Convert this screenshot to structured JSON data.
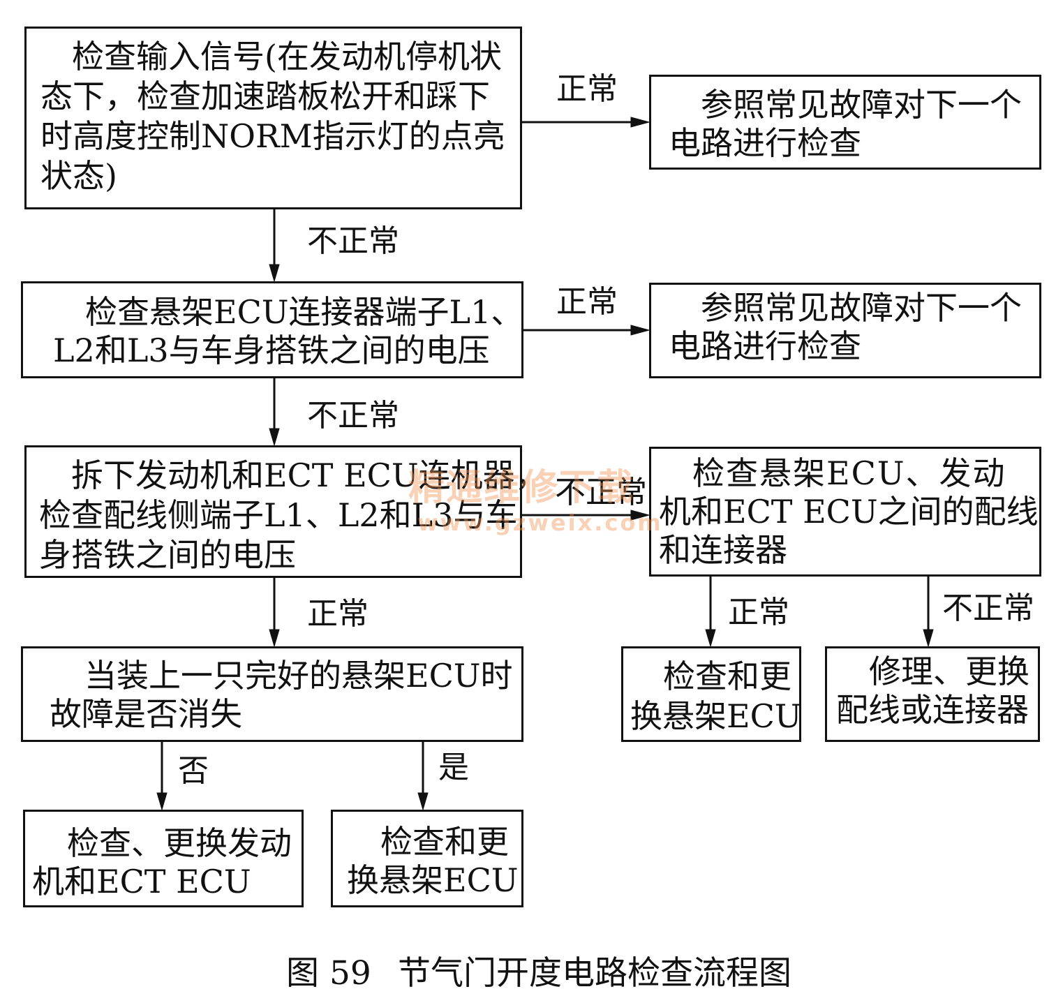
{
  "boxes": {
    "check_input_signal": {
      "lines": [
        "检查输入信号(在发动机停机状",
        "态下，检查加速踏板松开和踩下",
        "时高度控制NORM指示灯的点亮",
        "状态)"
      ]
    },
    "refer_common_fault_1": {
      "lines": [
        "参照常见故障对下一个",
        "电路进行检查"
      ]
    },
    "check_ecu_connector_voltage": {
      "lines": [
        "检查悬架ECU连接器端子L1、",
        "L2和L3与车身搭铁之间的电压"
      ]
    },
    "refer_common_fault_2": {
      "lines": [
        "参照常见故障对下一个",
        "电路进行检查"
      ]
    },
    "disconnect_engine_ect_ecu": {
      "lines": [
        "拆下发动机和ECT ECU连机器，",
        "检查配线侧端子L1、L2和L3与车",
        "身搭铁之间的电压"
      ]
    },
    "check_wiring_connectors": {
      "lines": [
        "检查悬架ECU、发动",
        "机和ECT ECU之间的配线",
        "和连接器"
      ]
    },
    "install_good_ecu": {
      "lines": [
        "当装上一只完好的悬架ECU时",
        "故障是否消失"
      ]
    },
    "replace_engine_ect_ecu": {
      "lines": [
        "检查、更换发动",
        "机和ECT ECU"
      ]
    },
    "replace_suspension_ecu_1": {
      "lines": [
        "检查和更",
        "换悬架ECU"
      ]
    },
    "replace_suspension_ecu_2": {
      "lines": [
        "检查和更",
        "换悬架ECU"
      ]
    },
    "repair_wiring": {
      "lines": [
        "修理、更换",
        "配线或连接器"
      ]
    }
  },
  "labels": {
    "normal_1": "正常",
    "abnormal_1": "不正常",
    "normal_2": "正常",
    "abnormal_2": "不正常",
    "abnormal_3": "不正常",
    "normal_3": "正常",
    "no": "否",
    "yes": "是",
    "normal_4": "正常",
    "abnormal_4": "不正常"
  },
  "caption": {
    "number": "图 59",
    "title": "节气门开度电路检查流程图"
  },
  "watermark": {
    "text": "精通维修下载",
    "url": "www.gzweix.com"
  },
  "colors": {
    "line": "#111111",
    "watermark": "#ee9150",
    "background": "#ffffff"
  }
}
